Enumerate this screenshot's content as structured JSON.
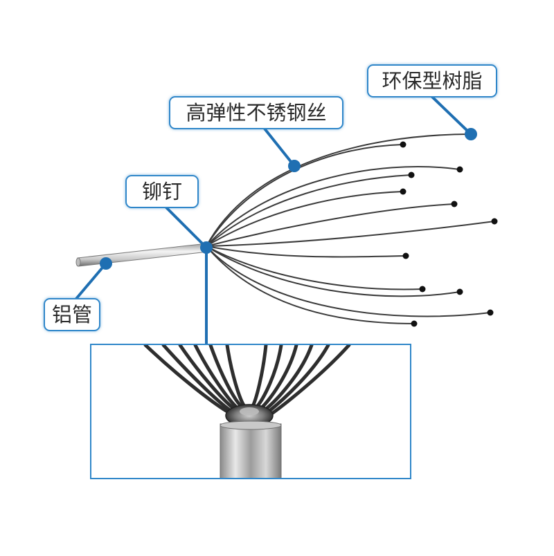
{
  "labels": {
    "resin": "环保型树脂",
    "steel": "高弹性不锈钢丝",
    "rivet": "铆钉",
    "tube": "铝管"
  },
  "colors": {
    "accent": "#2f86c9",
    "wire": "#3a3a3a",
    "tip": "#111111"
  }
}
